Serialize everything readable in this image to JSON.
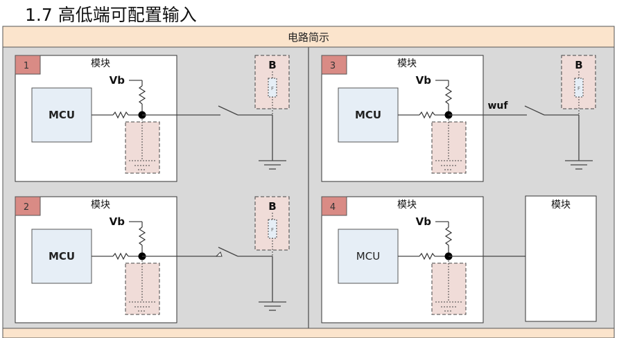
{
  "title": "1.7 高低端可配置输入",
  "header": "电路简示",
  "module_label": "模块",
  "mcu_label": "MCU",
  "vb_label": "Vb",
  "b_label": "B",
  "fuse_label": "F",
  "wuf_label": "wuf",
  "panels": [
    {
      "number": "1",
      "switch": "plain"
    },
    {
      "number": "2",
      "switch": "arrow"
    },
    {
      "number": "3",
      "switch": "plain",
      "wuf": true
    },
    {
      "number": "4",
      "switch": "none"
    }
  ],
  "colors": {
    "header": "#fbe4cc",
    "panel_bg": "#d9d9d9",
    "number_box": "#d98b85",
    "mcu": "#e6eef6",
    "dashed_box": "#f0dcd8"
  }
}
